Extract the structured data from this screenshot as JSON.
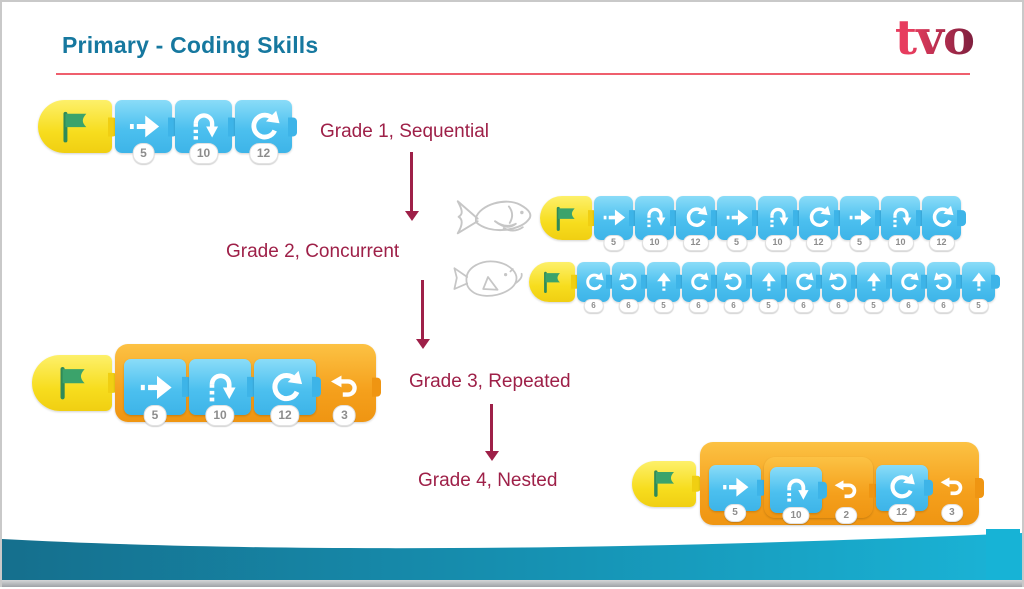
{
  "slide": {
    "title": "Primary - Coding Skills",
    "logo": "tvo"
  },
  "labels": {
    "grade1": "Grade 1, Sequential",
    "grade2": "Grade 2, Concurrent",
    "grade3": "Grade 3, Repeated",
    "grade4": "Grade 4, Nested"
  },
  "colors": {
    "title_teal": "#16789f",
    "underline_pink": "#ef5f6d",
    "label_crimson": "#9e2048",
    "block_blue": "#4cc0ef",
    "start_yellow": "#f7dd1e",
    "repeat_orange": "#f5a01c",
    "flag_green": "#3ba36b",
    "wave_dark_teal": "#156f8d",
    "wave_bright_cyan": "#1ab4d7"
  },
  "icons": {
    "fish1": "slender-fish-outline-icon",
    "fish2": "round-fish-outline-icon",
    "start": "green-flag-icon",
    "move": "move-right-icon",
    "up": "move-up-icon",
    "hop": "hop-icon",
    "turn": "turn-right-icon",
    "turnl": "turn-left-icon",
    "loop": "repeat-loop-icon"
  },
  "programs": {
    "grade1": {
      "blocks": [
        {
          "t": "start"
        },
        {
          "t": "move",
          "n": "5"
        },
        {
          "t": "hop",
          "n": "10"
        },
        {
          "t": "turn",
          "n": "12"
        }
      ]
    },
    "grade2a": {
      "blocks": [
        {
          "t": "start"
        },
        {
          "t": "move",
          "n": "5"
        },
        {
          "t": "hop",
          "n": "10"
        },
        {
          "t": "turn",
          "n": "12"
        },
        {
          "t": "move",
          "n": "5"
        },
        {
          "t": "hop",
          "n": "10"
        },
        {
          "t": "turn",
          "n": "12"
        },
        {
          "t": "move",
          "n": "5"
        },
        {
          "t": "hop",
          "n": "10"
        },
        {
          "t": "turn",
          "n": "12"
        }
      ]
    },
    "grade2b": {
      "blocks": [
        {
          "t": "start"
        },
        {
          "t": "turn",
          "n": "6"
        },
        {
          "t": "turnl",
          "n": "6"
        },
        {
          "t": "up",
          "n": "5"
        },
        {
          "t": "turn",
          "n": "6"
        },
        {
          "t": "turnl",
          "n": "6"
        },
        {
          "t": "up",
          "n": "5"
        },
        {
          "t": "turn",
          "n": "6"
        },
        {
          "t": "turnl",
          "n": "6"
        },
        {
          "t": "up",
          "n": "5"
        },
        {
          "t": "turn",
          "n": "6"
        },
        {
          "t": "turnl",
          "n": "6"
        },
        {
          "t": "up",
          "n": "5"
        }
      ]
    },
    "grade3": {
      "blocks": [
        {
          "t": "start"
        },
        {
          "t": "repeat",
          "n": "3",
          "children": [
            {
              "t": "move",
              "n": "5"
            },
            {
              "t": "hop",
              "n": "10"
            },
            {
              "t": "turn",
              "n": "12"
            }
          ]
        }
      ]
    },
    "grade4": {
      "blocks": [
        {
          "t": "start"
        },
        {
          "t": "repeat",
          "n": "3",
          "children": [
            {
              "t": "move",
              "n": "5"
            },
            {
              "t": "repeat",
              "n": "2",
              "children": [
                {
                  "t": "hop",
                  "n": "10"
                }
              ]
            },
            {
              "t": "turn",
              "n": "12"
            }
          ]
        }
      ]
    }
  }
}
